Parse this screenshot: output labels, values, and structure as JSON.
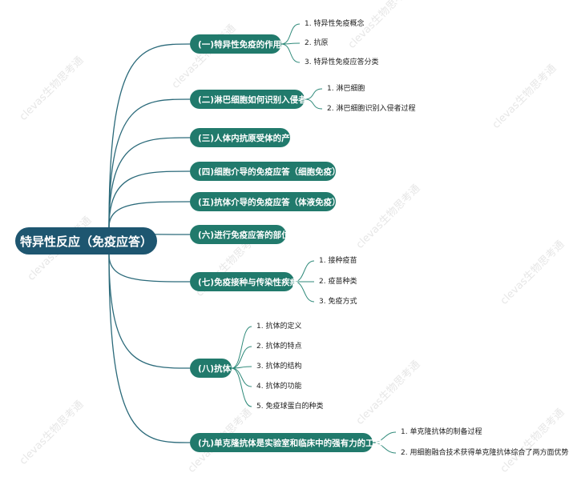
{
  "root": {
    "label": "特异性反应（免疫应答）"
  },
  "colors": {
    "root": "#1e5670",
    "branch": "#217a6c",
    "line_root": "#2b6a7a",
    "line_branch": "#2f8a7a"
  },
  "watermark": "clevas生物思考通",
  "branches": [
    {
      "label": "(一)特异性免疫的作用",
      "children": [
        "1. 特异性免疫概念",
        "2. 抗原",
        "3. 特异性免疫应答分类"
      ]
    },
    {
      "label": "(二)淋巴细胞如何识别入侵者",
      "children": [
        "1. 淋巴细胞",
        "2. 淋巴细胞识别入侵者过程"
      ]
    },
    {
      "label": "(三)人体内抗原受体的产生",
      "children": []
    },
    {
      "label": "(四)细胞介导的免疫应答（细胞免疫）",
      "children": []
    },
    {
      "label": "(五)抗体介导的免疫应答（体液免疫）",
      "children": []
    },
    {
      "label": "(六)进行免疫应答的部位",
      "children": []
    },
    {
      "label": "(七)免疫接种与传染性疾病",
      "children": [
        "1. 接种疫苗",
        "2. 疫苗种类",
        "3. 免疫方式"
      ]
    },
    {
      "label": "(八)抗体",
      "children": [
        "1. 抗体的定义",
        "2. 抗体的特点",
        "3. 抗体的结构",
        "4. 抗体的功能",
        "5. 免疫球蛋白的种类"
      ]
    },
    {
      "label": "(九)单克隆抗体是实验室和临床中的强有力的工具",
      "children": [
        "1. 单克隆抗体的制备过程",
        "2. 用细胞融合技术获得单克隆抗体综合了两方面优势"
      ]
    }
  ]
}
